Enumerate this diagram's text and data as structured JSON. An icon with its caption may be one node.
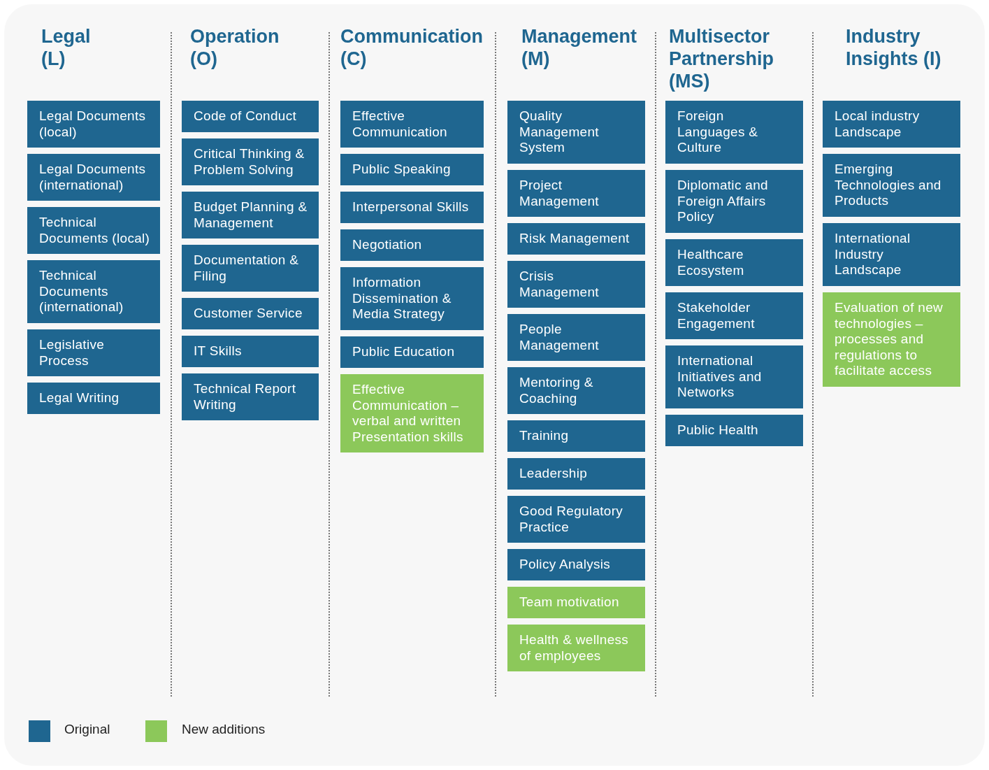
{
  "diagram": {
    "nodes": [
      {
        "text": [
          "Legal (L)"
        ]
      },
      {
        "text": [
          "Legal Documents (local)"
        ],
        "in": 0
      },
      {
        "text": [
          "Legal Documents (international)"
        ],
        "in": 0
      },
      {
        "text": [
          "Technical Documents (local)"
        ],
        "in": 0
      },
      {
        "text": [
          "Technical Documents (international)"
        ],
        "in": 0
      },
      {
        "text": [
          "Legislative Process"
        ],
        "in": 0
      },
      {
        "text": [
          "Legal Writing"
        ],
        "in": 0
      },
      {
        "text": [
          "Operation (O)"
        ]
      },
      {
        "text": [
          "Code of Conduct"
        ],
        "in": 7
      },
      {
        "text": [
          "Critical Thinking & Problem Solving"
        ],
        "in": 7
      },
      {
        "text": [
          "Budget Planning & Management"
        ],
        "in": 7
      },
      {
        "text": [
          "Documentation & Filing"
        ],
        "in": 7
      },
      {
        "text": [
          "Customer Service"
        ],
        "in": 7
      },
      {
        "text": [
          "IT Skills"
        ],
        "in": 7
      },
      {
        "text": [
          "Technical Report Writing"
        ],
        "in": 7
      },
      {
        "text": [
          "Communication (C)"
        ]
      },
      {
        "text": [
          "Effective Communication"
        ],
        "in": 15
      },
      {
        "text": [
          "Public Speaking"
        ],
        "in": 15
      },
      {
        "text": [
          "Interpersonal Skills"
        ],
        "in": 15
      },
      {
        "text": [
          "Negotiation"
        ],
        "in": 15
      },
      {
        "text": [
          "Information Dissemination & Media Strategy"
        ],
        "in": 15
      },
      {
        "text": [
          "Public Education"
        ],
        "in": 15
      },
      {
        "text": [
          "Effective Communication – verbal and written Presentation skills"
        ],
        "in": 15
      },
      {
        "text": [
          "Management (M)"
        ]
      },
      {
        "text": [
          "Quality Management System"
        ],
        "in": 23
      },
      {
        "text": [
          "Project Management"
        ],
        "in": 23
      },
      {
        "text": [
          "Risk Management"
        ],
        "in": 23
      },
      {
        "text": [
          "Crisis Management"
        ],
        "in": 23
      },
      {
        "text": [
          "People Management"
        ],
        "in": 23
      },
      {
        "text": [
          "Mentoring & Coaching"
        ],
        "in": 23
      },
      {
        "text": [
          "Training"
        ],
        "in": 23
      },
      {
        "text": [
          "Leadership"
        ],
        "in": 23
      },
      {
        "text": [
          "Good Regulatory Practice"
        ],
        "in": 23
      },
      {
        "text": [
          "Policy Analysis"
        ],
        "in": 23
      },
      {
        "text": [
          "Team motivation"
        ],
        "in": 23
      },
      {
        "text": [
          "Health & wellness of employees"
        ],
        "in": 23
      },
      {
        "text": [
          "Multisector Partnership (MS)"
        ]
      },
      {
        "text": [
          "Foreign Languages & Culture"
        ],
        "in": 36
      },
      {
        "text": [
          "Diplomatic and Foreign Affairs Policy"
        ],
        "in": 36
      },
      {
        "text": [
          "Healthcare Ecosystem"
        ],
        "in": 36
      },
      {
        "text": [
          "Stakeholder Engagement"
        ],
        "in": 36
      },
      {
        "text": [
          "International Initiatives and Networks"
        ],
        "in": 36
      },
      {
        "text": [
          "Public Health"
        ],
        "in": 36
      },
      {
        "text": [
          "Industry Insights (I)"
        ]
      },
      {
        "text": [
          "Local industry Landscape"
        ],
        "in": 43
      },
      {
        "text": [
          "Emerging Technologies and Products"
        ],
        "in": 43
      },
      {
        "text": [
          "International Industry Landscape"
        ],
        "in": 43
      },
      {
        "text": [
          "Evaluation of new technologies – processes and regulations to facilitate access"
        ],
        "in": 43
      }
    ],
    "legend": [
      {
        "text": "Original",
        "color": "#1f6690"
      },
      {
        "text": "New additions",
        "color": "#8cc85a"
      }
    ]
  }
}
